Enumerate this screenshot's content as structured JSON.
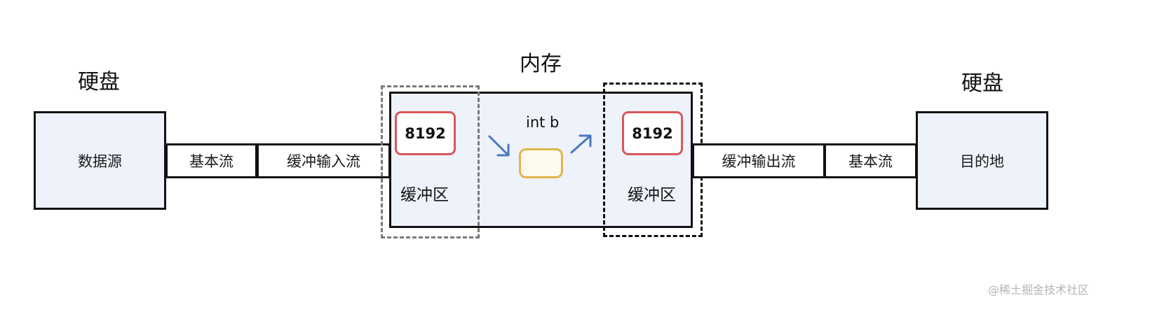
{
  "titles": {
    "left_disk": "硬盘",
    "memory": "内存",
    "right_disk": "硬盘"
  },
  "source": {
    "label": "数据源"
  },
  "destination": {
    "label": "目的地"
  },
  "streams": {
    "left_basic": "基本流",
    "buffered_input": "缓冲输入流",
    "buffered_output": "缓冲输出流",
    "right_basic": "基本流"
  },
  "memory_area": {
    "left_buffer": {
      "size": "8192",
      "label": "缓冲区"
    },
    "variable": "int b",
    "right_buffer": {
      "size": "8192",
      "label": "缓冲区"
    }
  },
  "colors": {
    "box_fill": "#eef2fa",
    "border": "#111111",
    "buffer_border": "#d9575a",
    "variable_border": "#e0b64a",
    "arrow": "#4a78c0",
    "dashed_left": "#7a7a7a",
    "dashed_right": "#111111"
  },
  "watermark": "@稀土掘金技术社区"
}
